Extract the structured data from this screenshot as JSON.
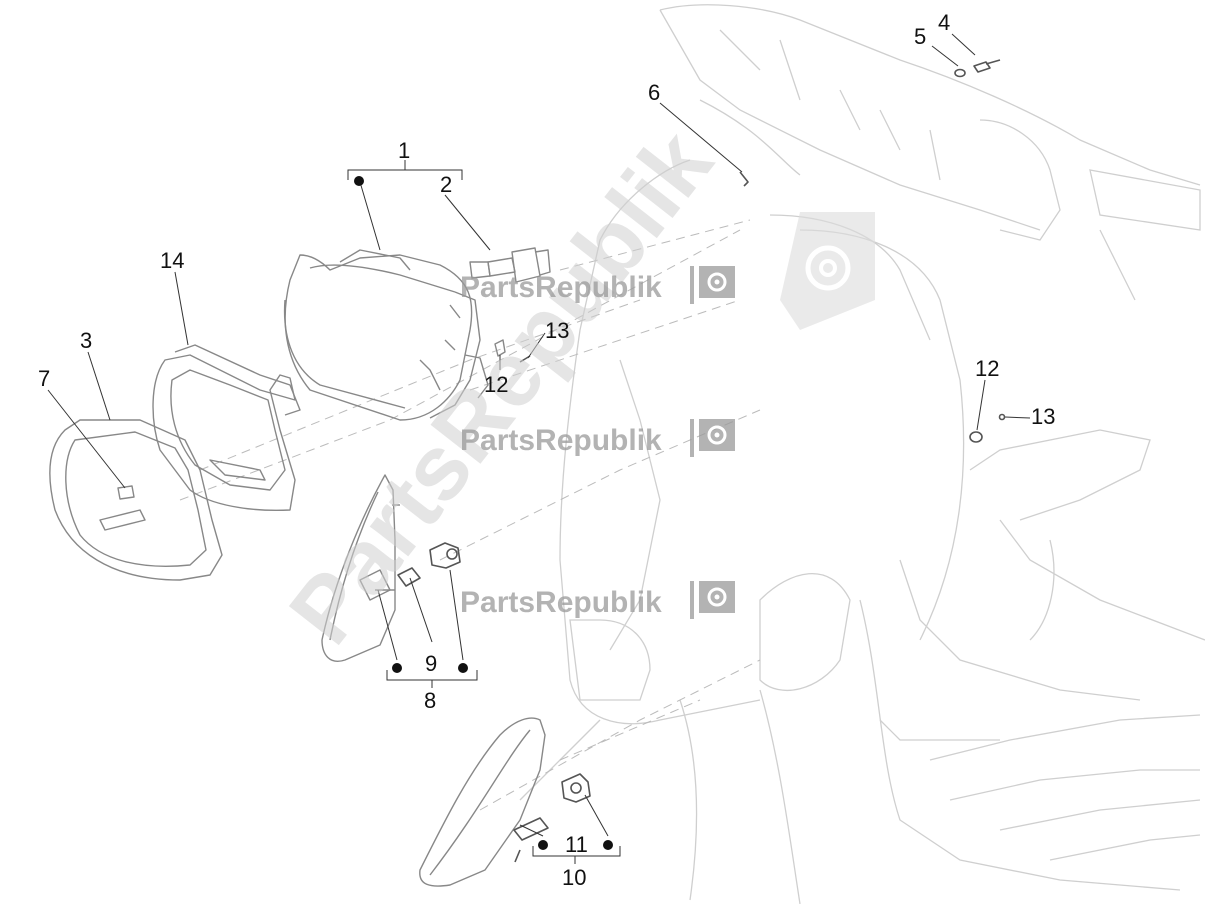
{
  "watermark": {
    "brand": "PartsRepublik",
    "diagonal": "PartsRepublik"
  },
  "callouts": [
    {
      "id": "c1",
      "label": "1"
    },
    {
      "id": "c2",
      "label": "2"
    },
    {
      "id": "c3",
      "label": "3"
    },
    {
      "id": "c4",
      "label": "4"
    },
    {
      "id": "c5",
      "label": "5"
    },
    {
      "id": "c6",
      "label": "6"
    },
    {
      "id": "c7",
      "label": "7"
    },
    {
      "id": "c8",
      "label": "8"
    },
    {
      "id": "c9",
      "label": "9"
    },
    {
      "id": "c10",
      "label": "10"
    },
    {
      "id": "c11",
      "label": "11"
    },
    {
      "id": "c12a",
      "label": "12"
    },
    {
      "id": "c12b",
      "label": "12"
    },
    {
      "id": "c13a",
      "label": "13"
    },
    {
      "id": "c13b",
      "label": "13"
    },
    {
      "id": "c14",
      "label": "14"
    }
  ]
}
